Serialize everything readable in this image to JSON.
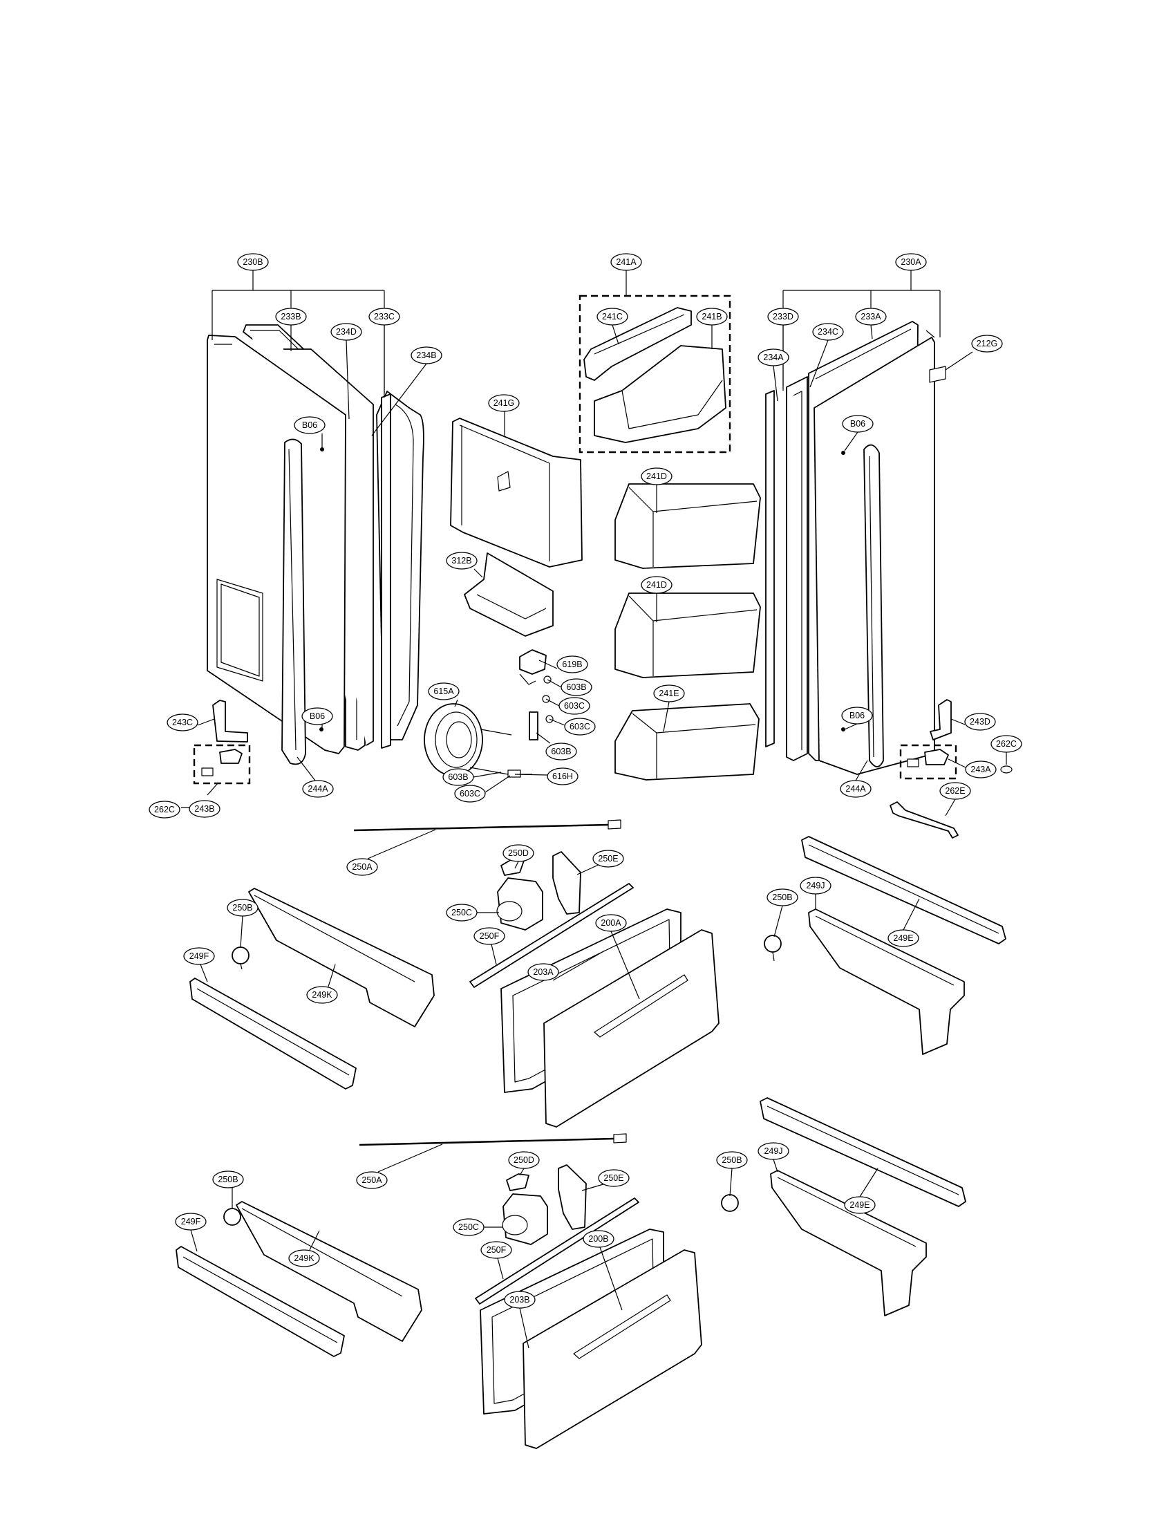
{
  "callouts": {
    "230B": "230B",
    "233B": "233B",
    "233C": "233C",
    "234D": "234D",
    "234B": "234B",
    "B06_1": "B06",
    "B06_2": "B06",
    "B06_3": "B06",
    "B06_4": "B06",
    "243C": "243C",
    "243B": "243B",
    "262C_l": "262C",
    "244A_l": "244A",
    "241A": "241A",
    "241C": "241C",
    "241B": "241B",
    "241G": "241G",
    "312B": "312B",
    "241D_1": "241D",
    "241D_2": "241D",
    "241E": "241E",
    "619B": "619B",
    "603B_1": "603B",
    "603C_1": "603C",
    "603C_2": "603C",
    "603B_2": "603B",
    "615A": "615A",
    "616H": "616H",
    "603B_3": "603B",
    "603C_3": "603C",
    "230A": "230A",
    "233D": "233D",
    "233A": "233A",
    "234C": "234C",
    "212G": "212G",
    "234A": "234A",
    "243D": "243D",
    "262C_r": "262C",
    "243A": "243A",
    "244A_r": "244A",
    "262E": "262E",
    "250A_1": "250A",
    "250D_1": "250D",
    "250E_1": "250E",
    "250C_1": "250C",
    "250F_1": "250F",
    "200A": "200A",
    "203A": "203A",
    "250B_1": "250B",
    "249F_1": "249F",
    "249K_1": "249K",
    "250B_2": "250B",
    "249J_1": "249J",
    "249E_1": "249E",
    "250A_2": "250A",
    "250D_2": "250D",
    "250E_2": "250E",
    "250C_2": "250C",
    "250F_2": "250F",
    "200B": "200B",
    "203B": "203B",
    "250B_3": "250B",
    "249F_2": "249F",
    "249K_2": "249K",
    "250B_4": "250B",
    "249J_2": "249J",
    "249E_2": "249E"
  }
}
